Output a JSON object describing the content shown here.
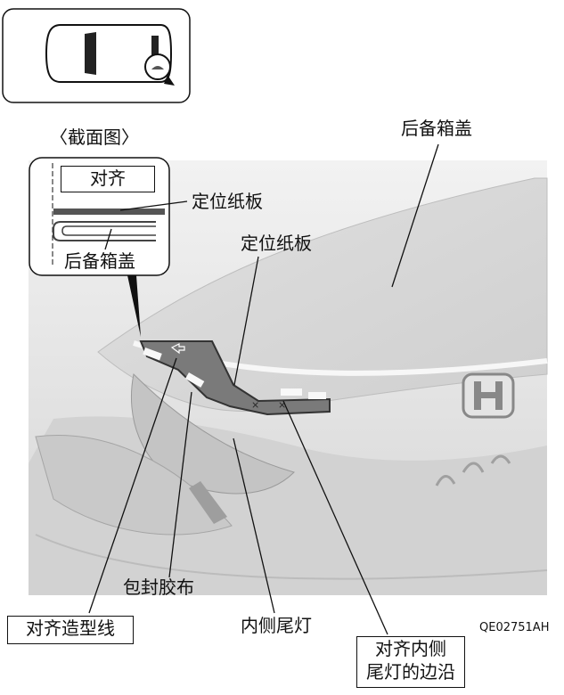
{
  "title": "",
  "labels": {
    "section_view": "〈截面图〉",
    "trunk_lid_top": "后备箱盖",
    "align_inset": "对齐",
    "positioning_board_inset": "定位纸板",
    "trunk_lid_inset": "后备箱盖",
    "positioning_board_main": "定位纸板",
    "wrap_tape": "包封胶布",
    "align_styling_line": "对齐造型线",
    "inner_tail_light": "内侧尾灯",
    "align_edge_line1": "对齐内侧",
    "align_edge_line2": "尾灯的边沿",
    "figure_code": "QE02751AH"
  },
  "colors": {
    "board": "#7a7a7a",
    "car_body": "#d9d9d9",
    "line": "#111111"
  }
}
